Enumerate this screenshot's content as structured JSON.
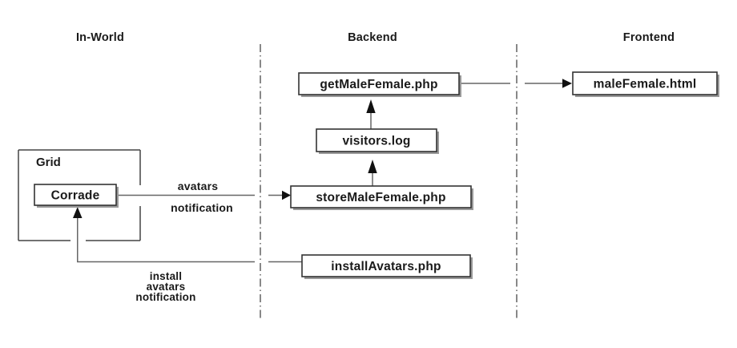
{
  "diagram": {
    "lanes": {
      "inWorld": {
        "label": "In-World"
      },
      "backend": {
        "label": "Backend"
      },
      "frontend": {
        "label": "Frontend"
      }
    },
    "nodes": {
      "grid": {
        "label": "Grid"
      },
      "corrade": {
        "label": "Corrade"
      },
      "getMaleFemale": {
        "label": "getMaleFemale.php"
      },
      "visitorsLog": {
        "label": "visitors.log"
      },
      "storeMaleFemale": {
        "label": "storeMaleFemale.php"
      },
      "installAvatars": {
        "label": "installAvatars.php"
      },
      "maleFemaleHtml": {
        "label": "maleFemale.html"
      }
    },
    "edges": {
      "avatarsNotification": {
        "label": [
          "avatars",
          "notification"
        ]
      },
      "installAvatarsNotification": {
        "label": [
          "install",
          "avatars",
          "notification"
        ]
      }
    },
    "colors": {
      "background": "#ffffff",
      "line": "#666666",
      "divider": "#555555",
      "box_border": "#333333",
      "box_fill": "#ffffff",
      "shadow": "#999999",
      "text": "#1a1a1a",
      "arrowhead": "#111111"
    }
  }
}
